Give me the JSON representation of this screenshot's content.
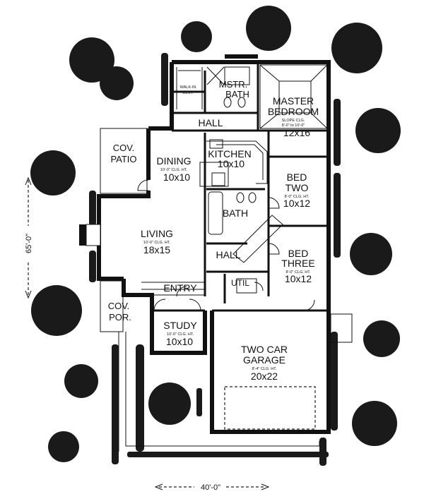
{
  "rooms": {
    "mstr_bath": [
      "MSTR.",
      "BATH"
    ],
    "walkin": [
      "WALK-IN",
      "CLST."
    ],
    "master": {
      "name": [
        "MASTER",
        "BEDROOM"
      ],
      "clg": [
        "SLOPE CLG.",
        "8'-0\" to 10'-0\""
      ],
      "size": "12x16"
    },
    "hall_top": "HALL",
    "cov_patio": [
      "COV.",
      "PATIO"
    ],
    "dining": {
      "name": "DINING",
      "clg": "10'-0\" CLG. HT.",
      "size": "10x10"
    },
    "kitchen": {
      "name": "KITCHEN",
      "size": "10x10"
    },
    "bed_two": {
      "name": [
        "BED",
        "TWO"
      ],
      "clg": "8'-0\" CLG. HT.",
      "size": "10x12"
    },
    "bath": "BATH",
    "living": {
      "name": "LIVING",
      "clg": "10'-0\" CLG. HT.",
      "size": "18x15"
    },
    "hall_mid": "HALL",
    "bed_three": {
      "name": [
        "BED",
        "THREE"
      ],
      "clg": "8'-0\" CLG. HT.",
      "size": "10x12"
    },
    "util": "UTIL",
    "entry": "ENTRY",
    "cov_por": [
      "COV.",
      "POR."
    ],
    "study": {
      "name": "STUDY",
      "clg": "10'-0\" CLG. HT.",
      "size": "10x10"
    },
    "garage": {
      "name": [
        "TWO CAR",
        "GARAGE"
      ],
      "clg": "8'-4\" CLG. HT.",
      "size": "20x22"
    }
  },
  "dimensions": {
    "depth": "65'-0\"",
    "width": "40'-0\""
  }
}
